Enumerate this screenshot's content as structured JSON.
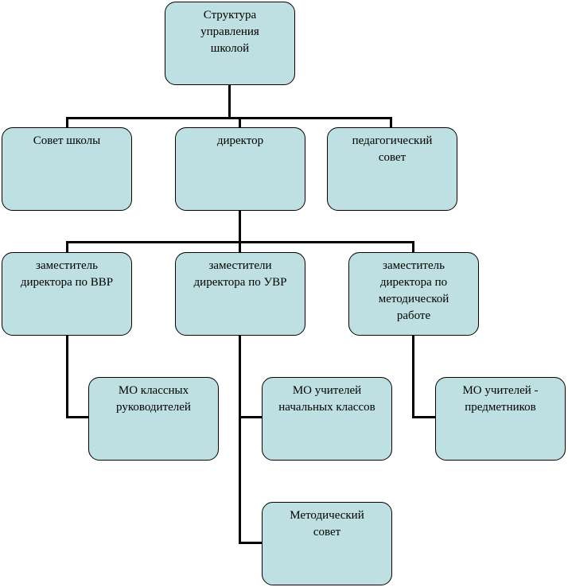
{
  "diagram": {
    "title_node": "Структура\nуправления\nшколой",
    "level1": {
      "school_council": "Совет школы",
      "director": "директор",
      "pedagogical_council": "педагогический\nсовет"
    },
    "level2": {
      "deputy_vvr": "заместитель\nдиректора по ВВР",
      "deputies_uvr": "заместители\nдиректора по УВР",
      "deputy_methodical": "заместитель\nдиректора по\nметодической\nработе"
    },
    "level3": {
      "mo_class_teachers": "МО классных\nруководителей",
      "mo_primary_teachers": "МО учителей\nначальных классов",
      "methodical_council": "Методический\nсовет",
      "mo_subject_teachers": "МО учителей -\nпредметников"
    }
  },
  "colors": {
    "box_fill": "#bfe0e2",
    "line": "#000000",
    "background": "#ffffff"
  }
}
